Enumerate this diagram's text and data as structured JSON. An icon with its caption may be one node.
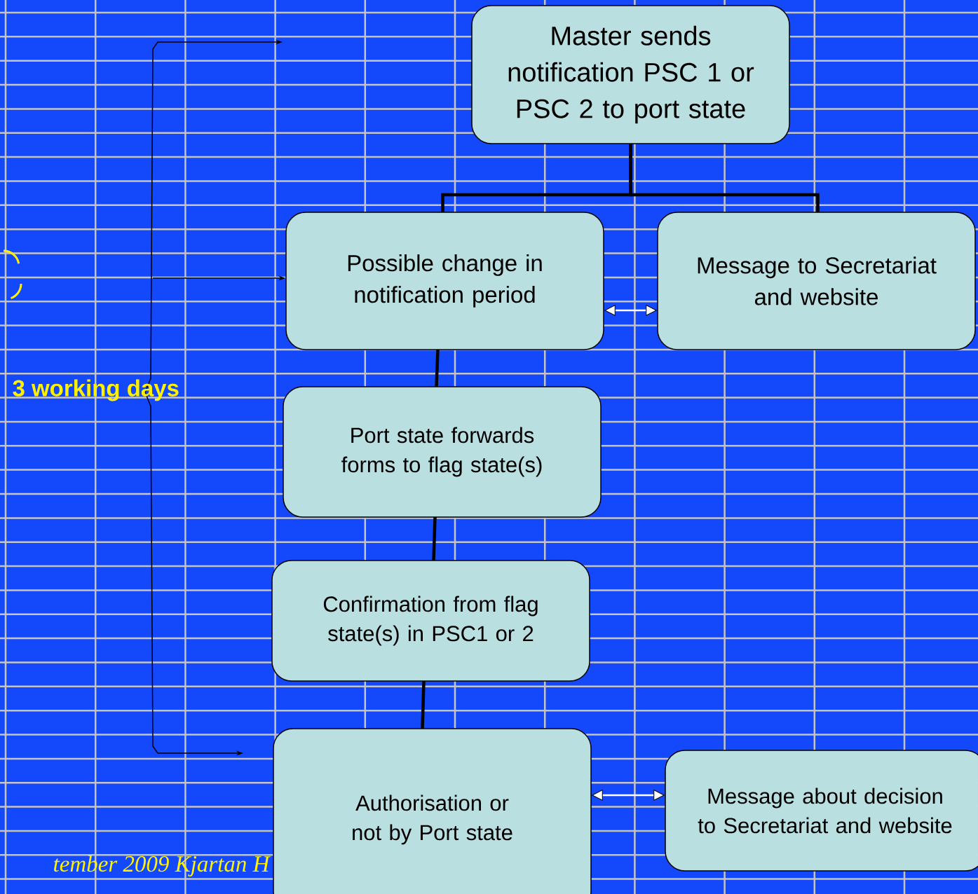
{
  "diagram": {
    "nodes": [
      {
        "text": [
          "Master sends notification PSC 1 or PSC 2 to port state"
        ]
      },
      {
        "text": [
          "Possible change in notification period"
        ]
      },
      {
        "text": [
          "Message to Secretariat and  website"
        ]
      },
      {
        "text": [
          "Port state forwards forms to flag state(s)"
        ]
      },
      {
        "text": [
          "Confirmation from flag state(s) in PSC1 or 2"
        ]
      },
      {
        "text": [
          "Authorisation or not by Port state"
        ]
      },
      {
        "text": [
          "Message about decision to Secretariat and website"
        ]
      }
    ],
    "edges": [
      {
        "from": 0,
        "to": 1,
        "arrow": "none"
      },
      {
        "from": 0,
        "to": 2,
        "arrow": "none"
      },
      {
        "from": 1,
        "to": 2,
        "arrow": "both",
        "color": "#ffffff"
      },
      {
        "from": 1,
        "to": 3,
        "arrow": "none"
      },
      {
        "from": 3,
        "to": 4,
        "arrow": "none"
      },
      {
        "from": 4,
        "to": 5,
        "arrow": "none"
      },
      {
        "from": 5,
        "to": 6,
        "arrow": "both",
        "color": "#ffffff"
      },
      {
        "from": null,
        "to": 1,
        "arrow": "to"
      }
    ],
    "labels": [
      "3 working days",
      "tember 2009  Kjartan H"
    ]
  }
}
